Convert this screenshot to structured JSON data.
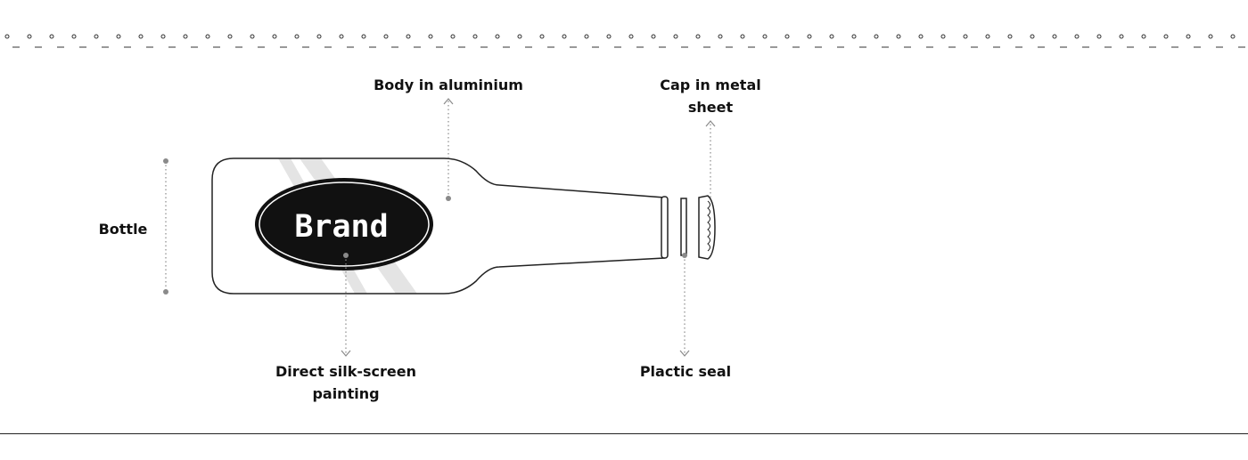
{
  "diagram": {
    "brand": "Brand",
    "labels": {
      "bottle": "Bottle",
      "body": "Body in aluminium",
      "cap": [
        "Cap in metal",
        "sheet"
      ],
      "painting": [
        "Direct silk-screen",
        "painting"
      ],
      "seal": "Plactic seal"
    }
  },
  "colors": {
    "stroke": "#222222",
    "label_fill": "#111111",
    "leader": "#8a8a8a",
    "stripe": "#e4e4e4"
  }
}
